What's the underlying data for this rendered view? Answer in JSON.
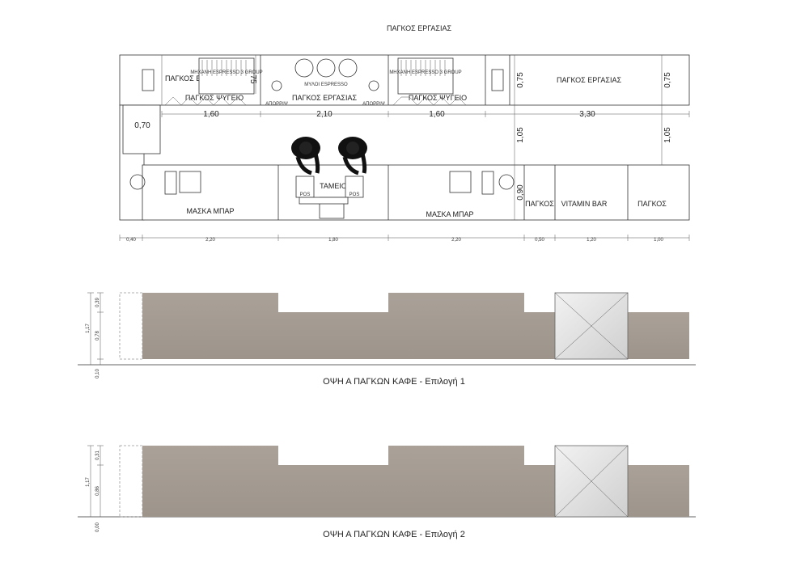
{
  "plan": {
    "title": "ΠΑΓΚΟΣ ΕΡΓΑΣΙΑΣ",
    "top_left_label": "ΠΑΓΚΟΣ ΕΡΓΑΣΙΑΣ",
    "fridge_left": "ΠΑΓΚΟΣ ΨΥΓΕΙΟ",
    "work_middle": "ΠΑΓΚΟΣ ΕΡΓΑΣΙΑΣ",
    "fridge_right": "ΠΑΓΚΟΣ ΨΥΓΕΙΟ",
    "work_right": "ΠΑΓΚΟΣ ΕΡΓΑΣΙΑΣ",
    "espresso_3group": "ΜΗΧΑΝΗ ESPRESSO 3 GROUP",
    "grinder_label": "ΜΥΛΟΙ ESPRESSO",
    "drain_label": "ΑΠΟΡΡΙΨ",
    "cashier": "ΤΑΜΕΙΟ",
    "pos": "POS",
    "mask_bar_left": "ΜΑΣΚΑ ΜΠΑΡ",
    "mask_bar_right": "ΜΑΣΚΑ ΜΠΑΡ",
    "counter_a": "ΠΑΓΚΟΣ",
    "vitamin_bar": "VITAMIN BAR",
    "counter_b": "ΠΑΓΚΟΣ",
    "dims_top": [
      "1,60",
      "2,10",
      "1,60",
      "3,30"
    ],
    "dims_vertical": [
      "75",
      "0,75",
      "0,75",
      "1,05",
      "1,05",
      "0,90",
      "0,70"
    ],
    "dims_bottom": [
      "0,40",
      "2,20",
      "1,80",
      "2,20",
      "0,50",
      "1,20",
      "1,00"
    ]
  },
  "elevation1": {
    "caption": "ΟΨΗ Α ΠΑΓΚΩΝ ΚΑΦΕ - Επιλογή 1",
    "dims": [
      "1,17",
      "0,78",
      "0,39",
      "0,10"
    ]
  },
  "elevation2": {
    "caption": "ΟΨΗ Α ΠΑΓΚΩΝ ΚΑΦΕ - Επιλογή 2",
    "dims": [
      "1,17",
      "0,86",
      "0,31",
      "0,00"
    ]
  },
  "colors": {
    "concrete": "#a89f97",
    "line": "#333333",
    "vitamin_panel": "#d9d9d9"
  }
}
